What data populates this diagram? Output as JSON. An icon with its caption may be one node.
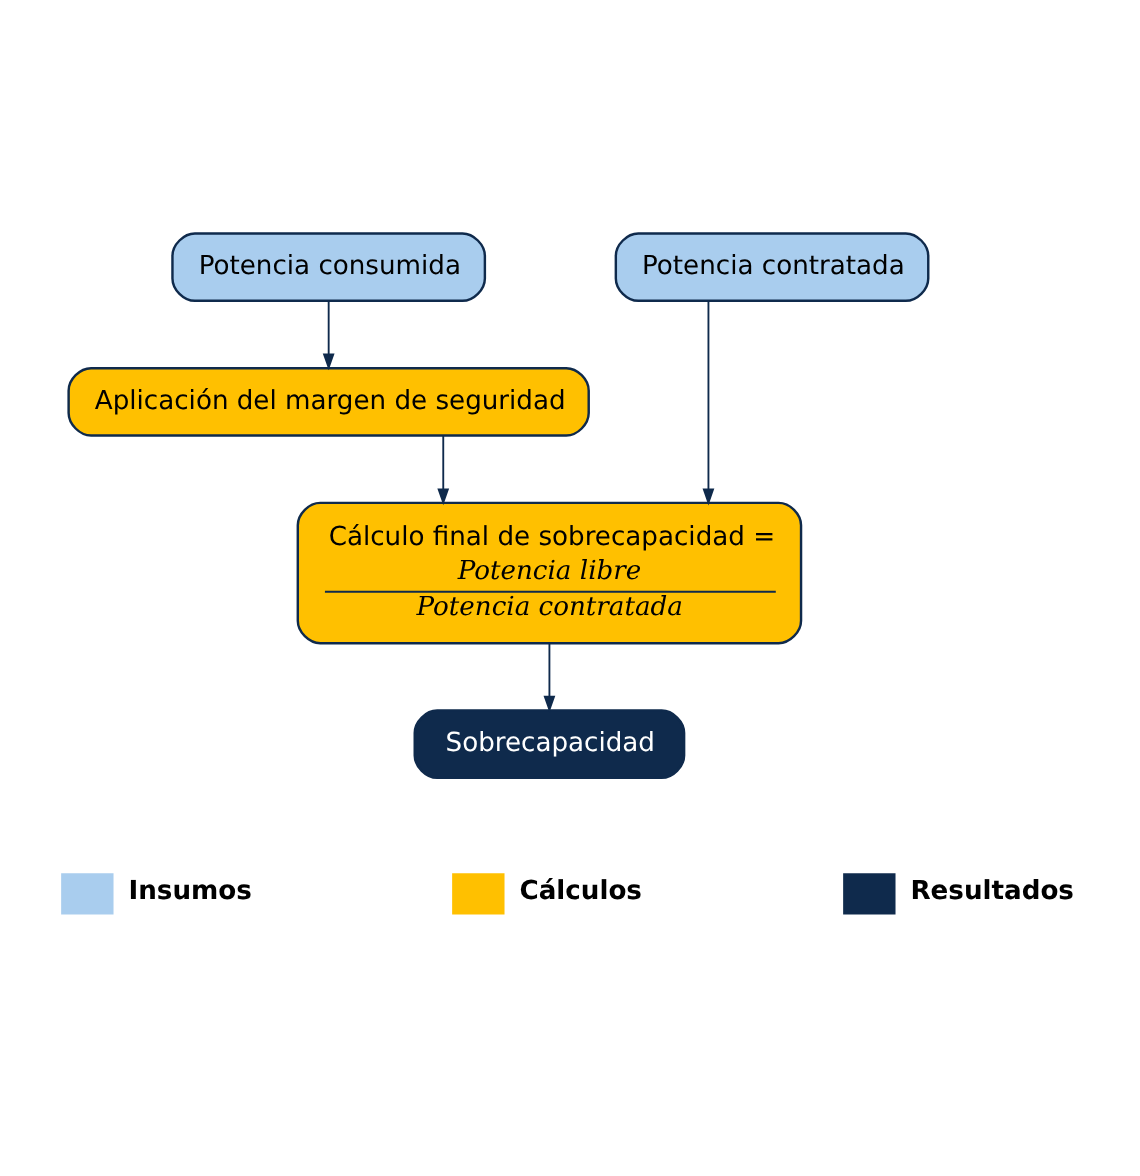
{
  "diagram": {
    "nodes": [
      {
        "text": [
          "Potencia consumida"
        ]
      },
      {
        "text": [
          "Potencia contratada"
        ]
      },
      {
        "text": [
          "Aplicación del margen de seguridad"
        ]
      },
      {
        "text": [
          "Cálculo final de sobrecapacidad =",
          "Potencia libre",
          "Potencia contratada"
        ]
      },
      {
        "text": [
          "Sobrecapacidad"
        ]
      }
    ],
    "edges": [
      {
        "from": 0,
        "to": 2,
        "arrow": "to"
      },
      {
        "from": 2,
        "to": 3,
        "arrow": "to"
      },
      {
        "from": 1,
        "to": 3,
        "arrow": "to"
      },
      {
        "from": 3,
        "to": 4,
        "arrow": "to"
      }
    ],
    "legend": [
      {
        "text": "Insumos",
        "color": "#a9cdee"
      },
      {
        "text": "Cálculos",
        "color": "#ffc000"
      },
      {
        "text": "Resultados",
        "color": "#0f2a4c"
      }
    ]
  }
}
